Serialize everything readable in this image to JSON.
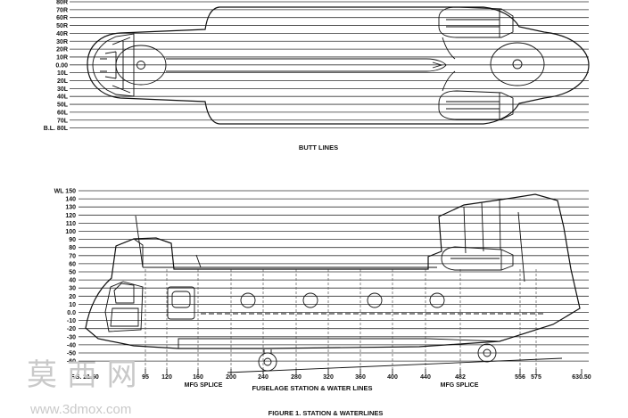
{
  "top_view": {
    "butt_line_labels": [
      "80R",
      "70R",
      "60R",
      "50R",
      "40R",
      "30R",
      "20R",
      "10R",
      "0.00",
      "10L",
      "20L",
      "30L",
      "40L",
      "50L",
      "60L",
      "70L",
      "B.L. 80L"
    ],
    "title": "BUTT LINES"
  },
  "side_view": {
    "waterline_labels": [
      "WL 150",
      "140",
      "130",
      "120",
      "110",
      "100",
      "90",
      "80",
      "70",
      "60",
      "50",
      "40",
      "30",
      "20",
      "10",
      "0.0",
      "-10",
      "-20",
      "-30",
      "-40",
      "-50",
      "-60"
    ],
    "station_labels": [
      "F.S. 21.50",
      "95",
      "120",
      "160",
      "200",
      "240",
      "280",
      "320",
      "360",
      "400",
      "440",
      "482",
      "556",
      "575",
      "630.50"
    ],
    "mfg_splice_left": "MFG SPLICE",
    "mfg_splice_right": "MFG SPLICE",
    "subtitle": "FUSELAGE STATION & WATER LINES"
  },
  "figure_caption": "FIGURE 1.  STATION & WATERLINES",
  "watermark": {
    "chars": "莫 西 网",
    "url": "www.3dmox.com"
  }
}
